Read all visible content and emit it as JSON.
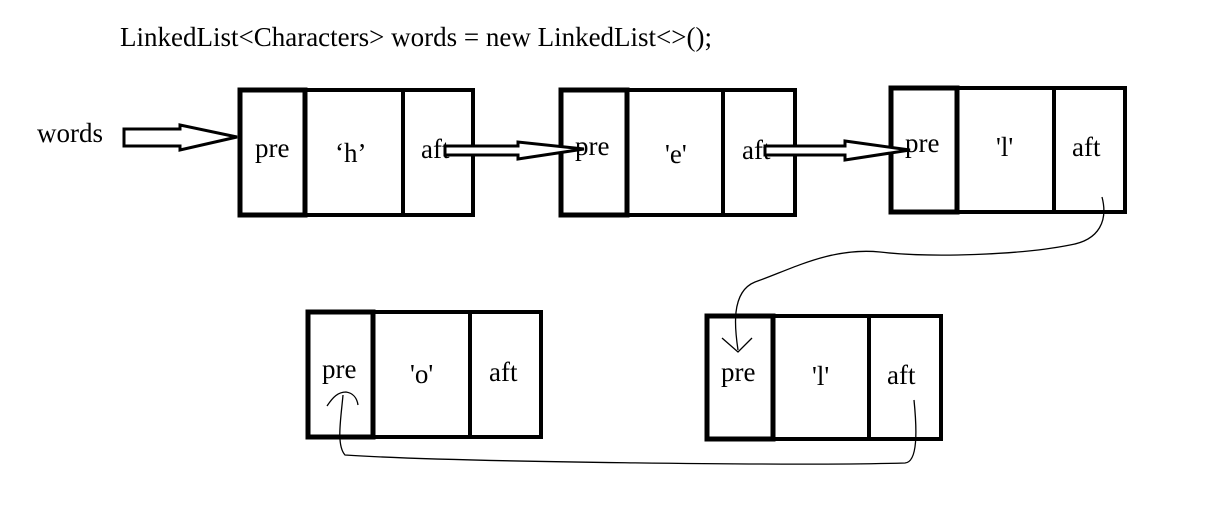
{
  "code_line": "LinkedList<Characters> words = new LinkedList<>();",
  "variable_label": "words",
  "nodes": [
    {
      "pre": "pre",
      "value": "‘h’",
      "aft": "aft"
    },
    {
      "pre": "pre",
      "value": "'e'",
      "aft": "aft"
    },
    {
      "pre": "pre",
      "value": "'l'",
      "aft": "aft"
    },
    {
      "pre": "pre",
      "value": "'l'",
      "aft": "aft"
    },
    {
      "pre": "pre",
      "value": "'o'",
      "aft": "aft"
    }
  ],
  "colors": {
    "stroke": "#000000",
    "background": "#ffffff"
  }
}
